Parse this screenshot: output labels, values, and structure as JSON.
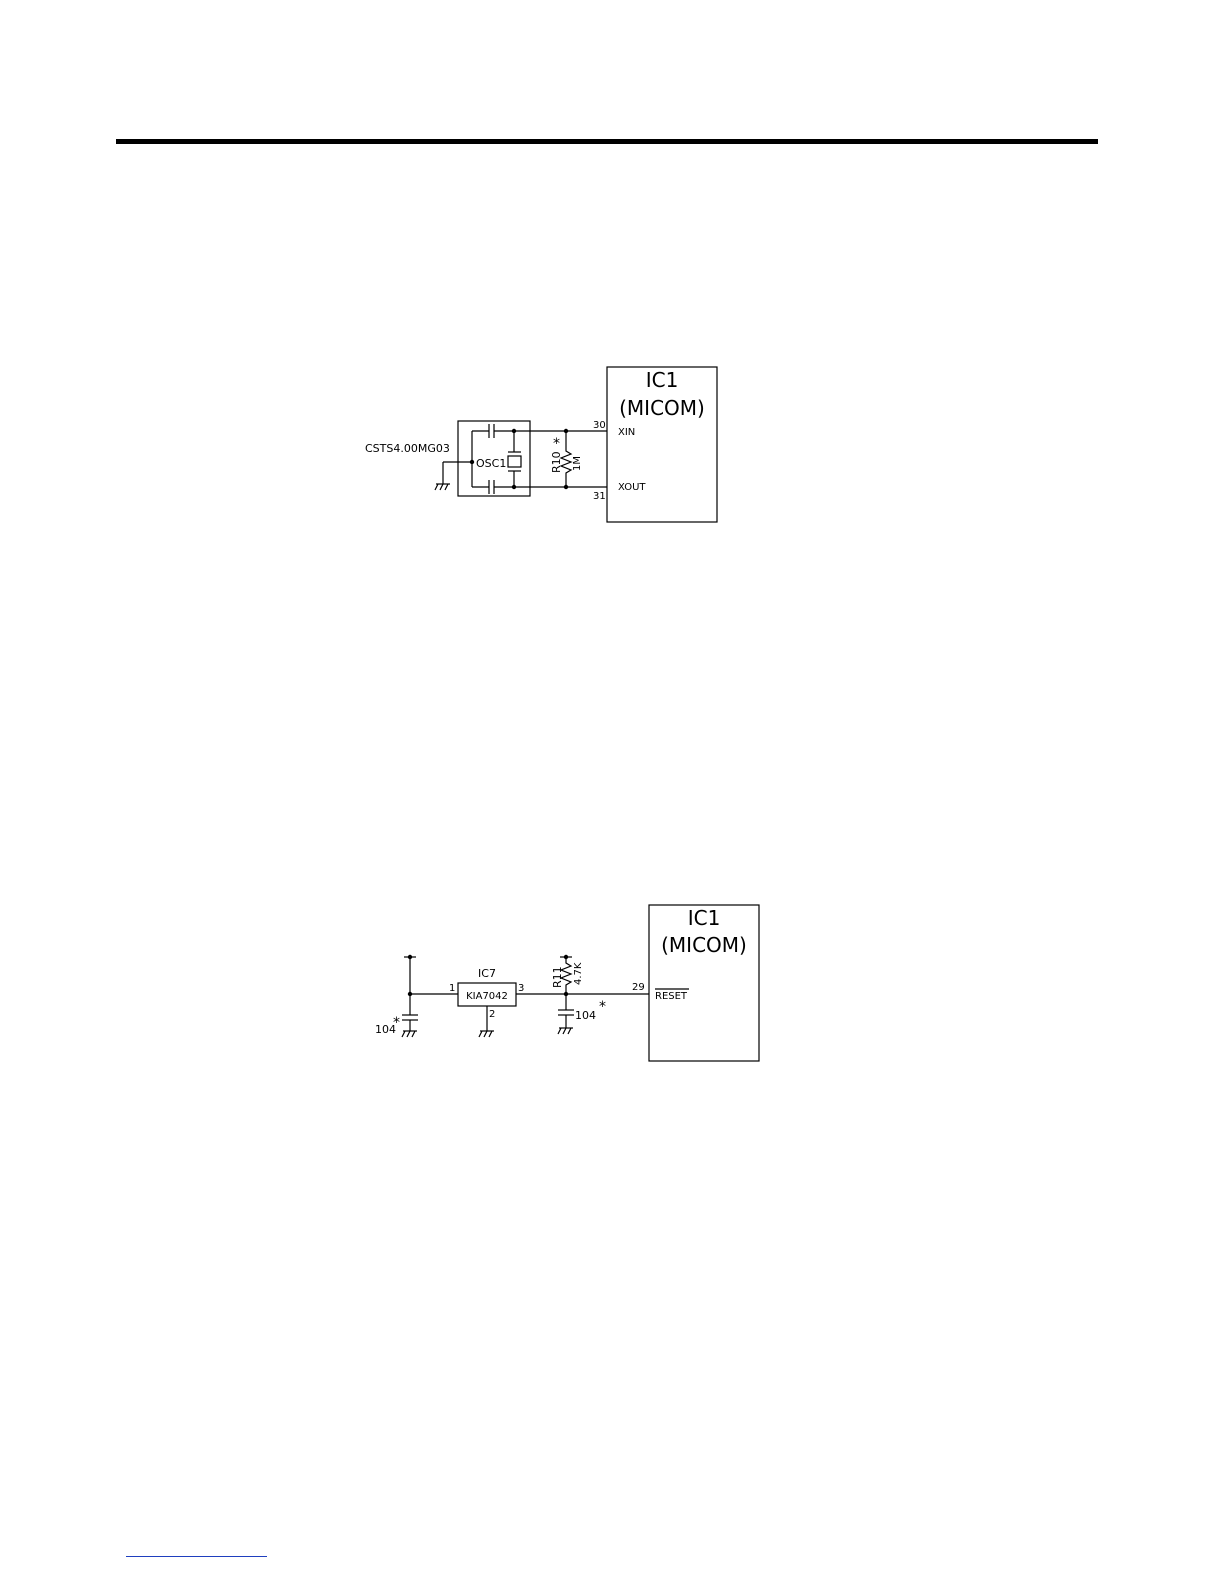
{
  "colors": {
    "ink": "#000000",
    "link": "#1f3fbf",
    "background": "#ffffff"
  },
  "oscillator_circuit": {
    "part_number": "CSTS4.00MG03",
    "osc_label": "OSC1",
    "resistor_ref": "R10",
    "resistor_value": "1M",
    "asterisk": "*",
    "pin_xin_number": "30",
    "pin_xin_name": "XIN",
    "pin_xout_number": "31",
    "pin_xout_name": "XOUT",
    "ic_ref": "IC1",
    "ic_name": "(MICOM)"
  },
  "reset_circuit": {
    "ic7_ref": "IC7",
    "ic7_part": "KIA7042",
    "ic7_pin_in": "1",
    "ic7_pin_gnd": "2",
    "ic7_pin_out": "3",
    "resistor_ref": "R11",
    "resistor_value": "4.7K",
    "cap_left_value": "104",
    "cap_right_value": "104",
    "asterisk": "*",
    "pin_reset_number": "29",
    "pin_reset_name": "RESET",
    "ic_ref": "IC1",
    "ic_name": "(MICOM)"
  }
}
